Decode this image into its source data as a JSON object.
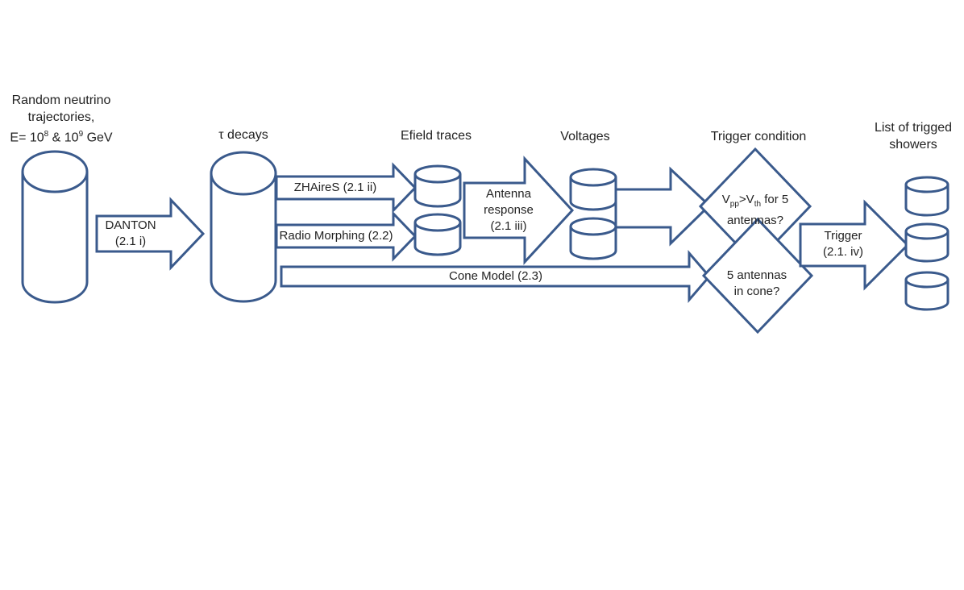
{
  "headers": {
    "neutrino_line1": "Random neutrino",
    "neutrino_line2": "trajectories,",
    "energy_prefix": "E= 10",
    "energy_exp1": "8",
    "energy_mid": " & 10",
    "energy_exp2": "9",
    "energy_suffix": " GeV",
    "tau_symbol": "τ",
    "tau_text": " decays",
    "efield": "Efield traces",
    "voltages": "Voltages",
    "trigger_condition": "Trigger condition",
    "list_line1": "List of trigged",
    "list_line2": "showers"
  },
  "arrows": {
    "danton_line1": "DANTON",
    "danton_line2": "(2.1 i)",
    "zhaires": "ZHAireS (2.1 ii)",
    "radio_morphing": "Radio Morphing (2.2)",
    "antenna_line1": "Antenna",
    "antenna_line2": "response",
    "antenna_line3": "(2.1 iii)",
    "cone_model": "Cone Model (2.3)",
    "trigger_line1": "Trigger",
    "trigger_line2": "(2.1. iv)"
  },
  "diamonds": {
    "vpp_v": "V",
    "vpp_sub": "pp",
    "vpp_gt": ">V",
    "vth_sub": "th",
    "vpp_tail": " for 5",
    "vpp_line2": "antennas?",
    "cone_line1": "5 antennas",
    "cone_line2": "in cone?"
  },
  "colors": {
    "outline": "#3a5a8c",
    "fill": "#ffffff",
    "text": "#222222"
  }
}
